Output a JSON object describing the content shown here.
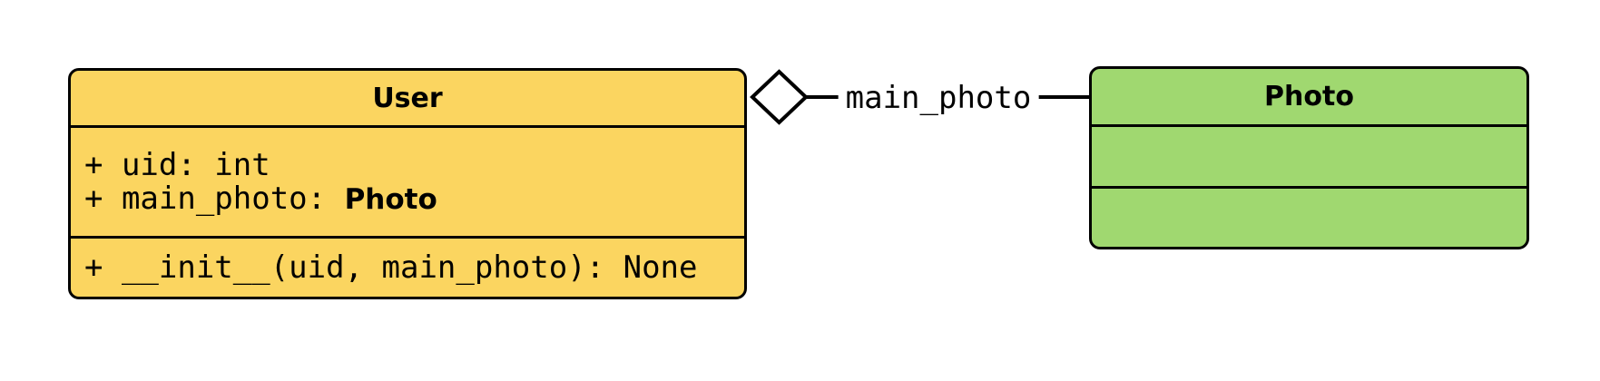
{
  "diagram": {
    "background_color": "#ffffff",
    "stroke_color": "#000000",
    "classes": [
      {
        "name": "User",
        "fill_color": "#FBD560",
        "attributes": [
          {
            "prefix": "+ uid: int",
            "type": ""
          },
          {
            "prefix": "+ main_photo: ",
            "type": "Photo"
          }
        ],
        "methods": [
          "+ __init__(uid, main_photo): None"
        ]
      },
      {
        "name": "Photo",
        "fill_color": "#A0D870",
        "attributes": [],
        "methods": []
      }
    ],
    "relationship": {
      "type": "aggregation",
      "diamond_style": "hollow",
      "diamond_on": "User",
      "label": "main_photo"
    }
  }
}
